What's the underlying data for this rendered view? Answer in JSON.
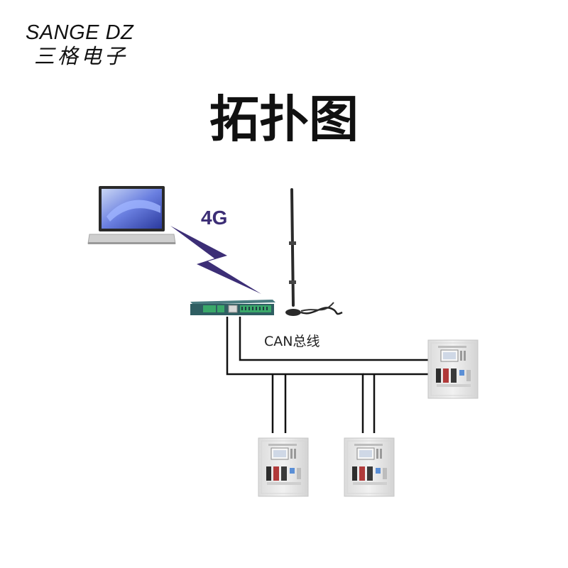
{
  "brand": {
    "en": "SANGE DZ",
    "cn": "三格电子"
  },
  "title": "拓扑图",
  "labels": {
    "wireless": "4G",
    "bus": "CAN总线"
  },
  "colors": {
    "bolt": "#3c2e76",
    "bus_line": "#111111",
    "gateway_body": "#2f5e62",
    "terminal_block": "#3aa86a",
    "cabinet_body": "#e9e9e9"
  },
  "icons": [
    "laptop-icon",
    "lightning-bolt-icon",
    "antenna-icon",
    "gateway-device-icon",
    "control-cabinet-icon"
  ]
}
